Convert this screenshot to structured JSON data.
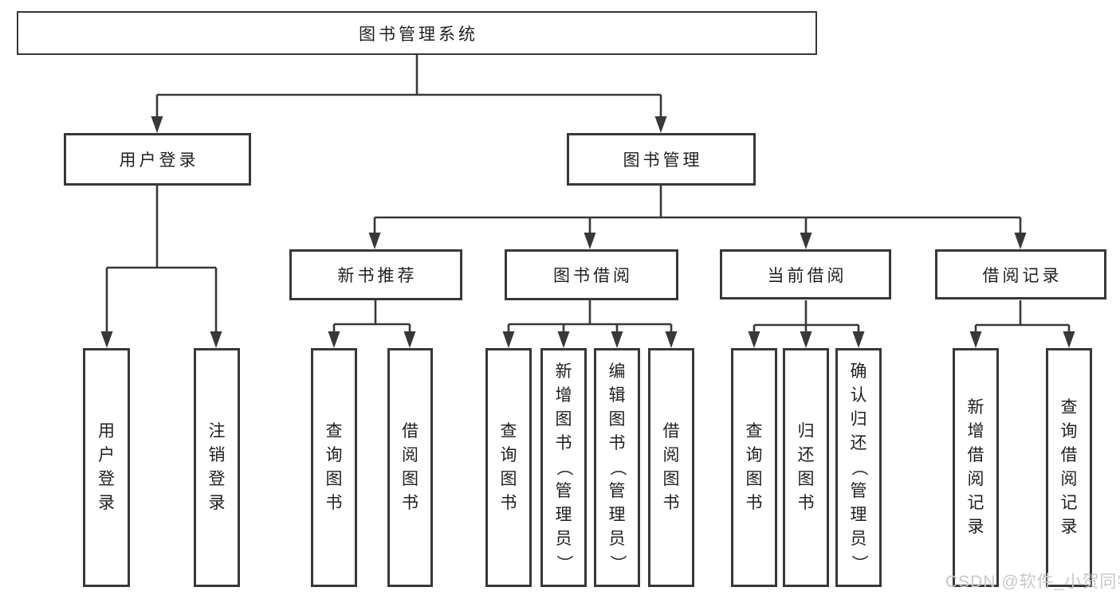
{
  "diagram_title": "图书管理系统",
  "tree": {
    "label": "图书管理系统",
    "children": [
      {
        "label": "用户登录",
        "children": [
          {
            "label": "用户登录"
          },
          {
            "label": "注销登录"
          }
        ]
      },
      {
        "label": "图书管理",
        "children": [
          {
            "label": "新书推荐",
            "children": [
              {
                "label": "查询图书"
              },
              {
                "label": "借阅图书"
              }
            ]
          },
          {
            "label": "图书借阅",
            "children": [
              {
                "label": "查询图书"
              },
              {
                "label": "新增图书（管理员）"
              },
              {
                "label": "编辑图书（管理员）"
              },
              {
                "label": "借阅图书"
              }
            ]
          },
          {
            "label": "当前借阅",
            "children": [
              {
                "label": "查询图书"
              },
              {
                "label": "归还图书"
              },
              {
                "label": "确认归还（管理员）"
              }
            ]
          },
          {
            "label": "借阅记录",
            "children": [
              {
                "label": "新增借阅记录"
              },
              {
                "label": "查询借阅记录"
              }
            ]
          }
        ]
      }
    ]
  },
  "watermark": "CSDN @软件_小贺同学",
  "colors": {
    "line": "#383838",
    "box_background": "#ffffff",
    "page_background": "#ffffff",
    "watermark": "#c8c8c8"
  }
}
